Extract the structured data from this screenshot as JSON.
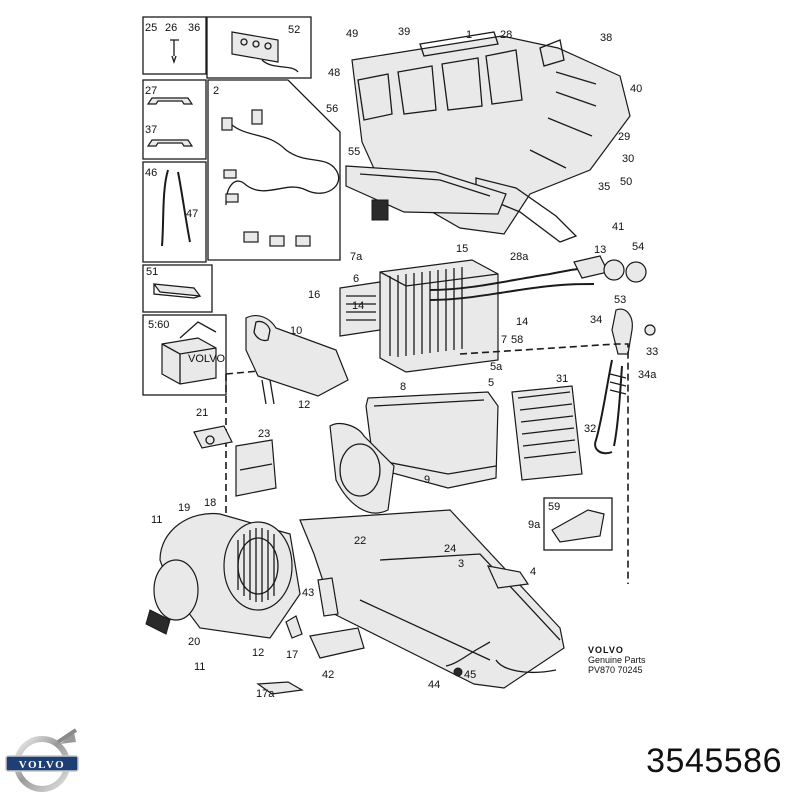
{
  "part_number": "3545586",
  "genuine_parts": {
    "brand": "VOLVO",
    "line1": "Genuine Parts",
    "line2": "PV870 70245"
  },
  "logo": {
    "text": "VOLVO",
    "icon": "volvo-iron-mark-icon"
  },
  "callouts": [
    "1",
    "2",
    "3",
    "4",
    "5",
    "5a",
    "5:60",
    "6",
    "7",
    "7a",
    "8",
    "9",
    "9a",
    "10",
    "11",
    "12",
    "13",
    "14",
    "15",
    "16",
    "17",
    "17a",
    "18",
    "19",
    "20",
    "21",
    "22",
    "23",
    "24",
    "25",
    "26",
    "27",
    "28",
    "28a",
    "29",
    "30",
    "31",
    "32",
    "33",
    "34",
    "34a",
    "35",
    "36",
    "37",
    "38",
    "39",
    "40",
    "41",
    "42",
    "43",
    "44",
    "45",
    "46",
    "47",
    "48",
    "49",
    "50",
    "51",
    "52",
    "53",
    "54",
    "55",
    "56",
    "58",
    "59"
  ]
}
